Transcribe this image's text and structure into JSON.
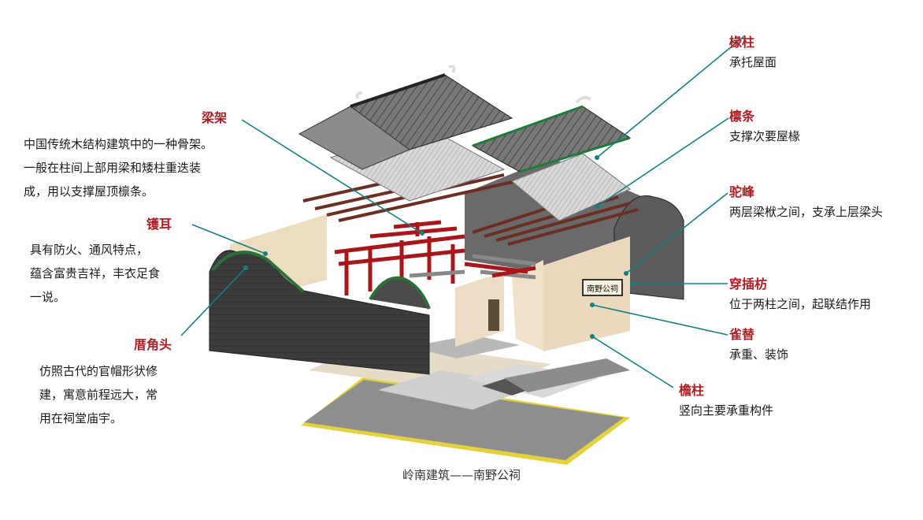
{
  "caption": "岭南建筑——南野公祠",
  "colors": {
    "label_title": "#b01c25",
    "leader_line": "#177f82",
    "roof_tile": "#6e6e6e",
    "ridge_green": "#1d7a3a",
    "red_frame": "#a8161a",
    "dark_wall": "#3a3a3a",
    "beige_wall": "#e8d6b8",
    "floor": "#8c8c8c"
  },
  "annotations": {
    "yuanzhu": {
      "title": "椽柱",
      "desc": "承托屋面"
    },
    "lintiao": {
      "title": "檩条",
      "desc": "支撑次要屋椽"
    },
    "liangjia": {
      "title": "梁架",
      "desc": [
        "中国传统木结构建筑中的一种骨架。",
        "一般在柱间上部用梁和矮柱重迭装",
        "成，用以支撑屋顶檩条。"
      ]
    },
    "tuofeng": {
      "title": "驼峰",
      "desc": "两层梁栿之间，支承上层梁头"
    },
    "guoer": {
      "title": "镬耳",
      "desc": [
        "具有防火、通风特点，",
        "蕴含富贵吉祥，丰衣足食",
        "一说。"
      ]
    },
    "chuanchafang": {
      "title": "穿插枋",
      "desc": "位于两柱之间，起联结作用"
    },
    "queti": {
      "title": "雀替",
      "desc": "承重、装饰"
    },
    "jiaotou": {
      "title": "厝角头",
      "desc": [
        "仿照古代的官帽形状修",
        "建，寓意前程远大，常",
        "用在祠堂庙宇。"
      ]
    },
    "yanzhu": {
      "title": "檐柱",
      "desc": "竖向主要承重构件"
    }
  },
  "plaque_text": "南野公祠"
}
